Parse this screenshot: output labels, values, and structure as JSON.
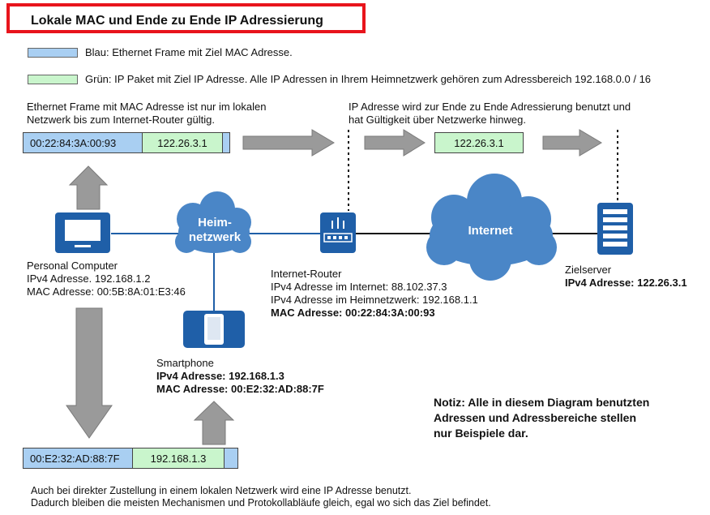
{
  "title": "Lokale MAC und Ende zu Ende IP Adressierung",
  "legend": {
    "blue": "Blau: Ethernet Frame mit Ziel MAC Adresse.",
    "green": "Grün: IP Paket mit Ziel IP Adresse. Alle IP Adressen in Ihrem Heimnetzwerk gehören zum Adressbereich 192.168.0.0 / 16"
  },
  "colors": {
    "blue_frame": "#a9cff2",
    "green_packet": "#c9f5cc",
    "device_blue": "#1f5fa8",
    "cloud": "#4a86c7",
    "arrow": "#9a9a9a",
    "title_border": "#e8141c"
  },
  "note_left": [
    "Ethernet Frame mit MAC Adresse ist nur im lokalen",
    "Netzwerk bis zum Internet-Router gültig."
  ],
  "note_right": [
    "IP Adresse wird zur Ende zu Ende Adressierung benutzt und",
    "hat Gültigkeit über Netzwerke hinweg."
  ],
  "frame_top": {
    "mac": "00:22:84:3A:00:93",
    "ip": "122.26.3.1"
  },
  "ip_middle": "122.26.3.1",
  "frame_bottom": {
    "mac": "00:E2:32:AD:88:7F",
    "ip": "192.168.1.3"
  },
  "clouds": {
    "home_line1": "Heim-",
    "home_line2": "netzwerk",
    "internet": "Internet"
  },
  "pc": {
    "name": "Personal Computer",
    "ipv4": "IPv4 Adresse. 192.168.1.2",
    "mac": "MAC Adresse: 00:5B:8A:01:E3:46"
  },
  "router": {
    "name": "Internet-Router",
    "ipv4_internet": "IPv4 Adresse im Internet:  88.102.37.3",
    "ipv4_home": "IPv4 Adresse im Heimnetzwerk: 192.168.1.1",
    "mac": "MAC Adresse: 00:22:84:3A:00:93"
  },
  "server": {
    "name": "Zielserver",
    "ipv4": "IPv4 Adresse: 122.26.3.1"
  },
  "phone": {
    "name": "Smartphone",
    "ipv4": "IPv4 Adresse: 192.168.1.3",
    "mac": "MAC Adresse: 00:E2:32:AD:88:7F"
  },
  "notice": [
    "Notiz: Alle in diesem Diagram benutzten",
    "Adressen und Adressbereiche stellen",
    "nur Beispiele dar."
  ],
  "footer": [
    "Auch bei direkter Zustellung in einem lokalen Netzwerk wird eine IP Adresse benutzt.",
    "Dadurch bleiben die meisten Mechanismen und Protokollabläufe gleich, egal wo sich das Ziel befindet."
  ],
  "icons": [
    "monitor-icon",
    "smartphone-icon",
    "router-icon",
    "server-icon",
    "cloud-icon",
    "arrow-icon"
  ]
}
